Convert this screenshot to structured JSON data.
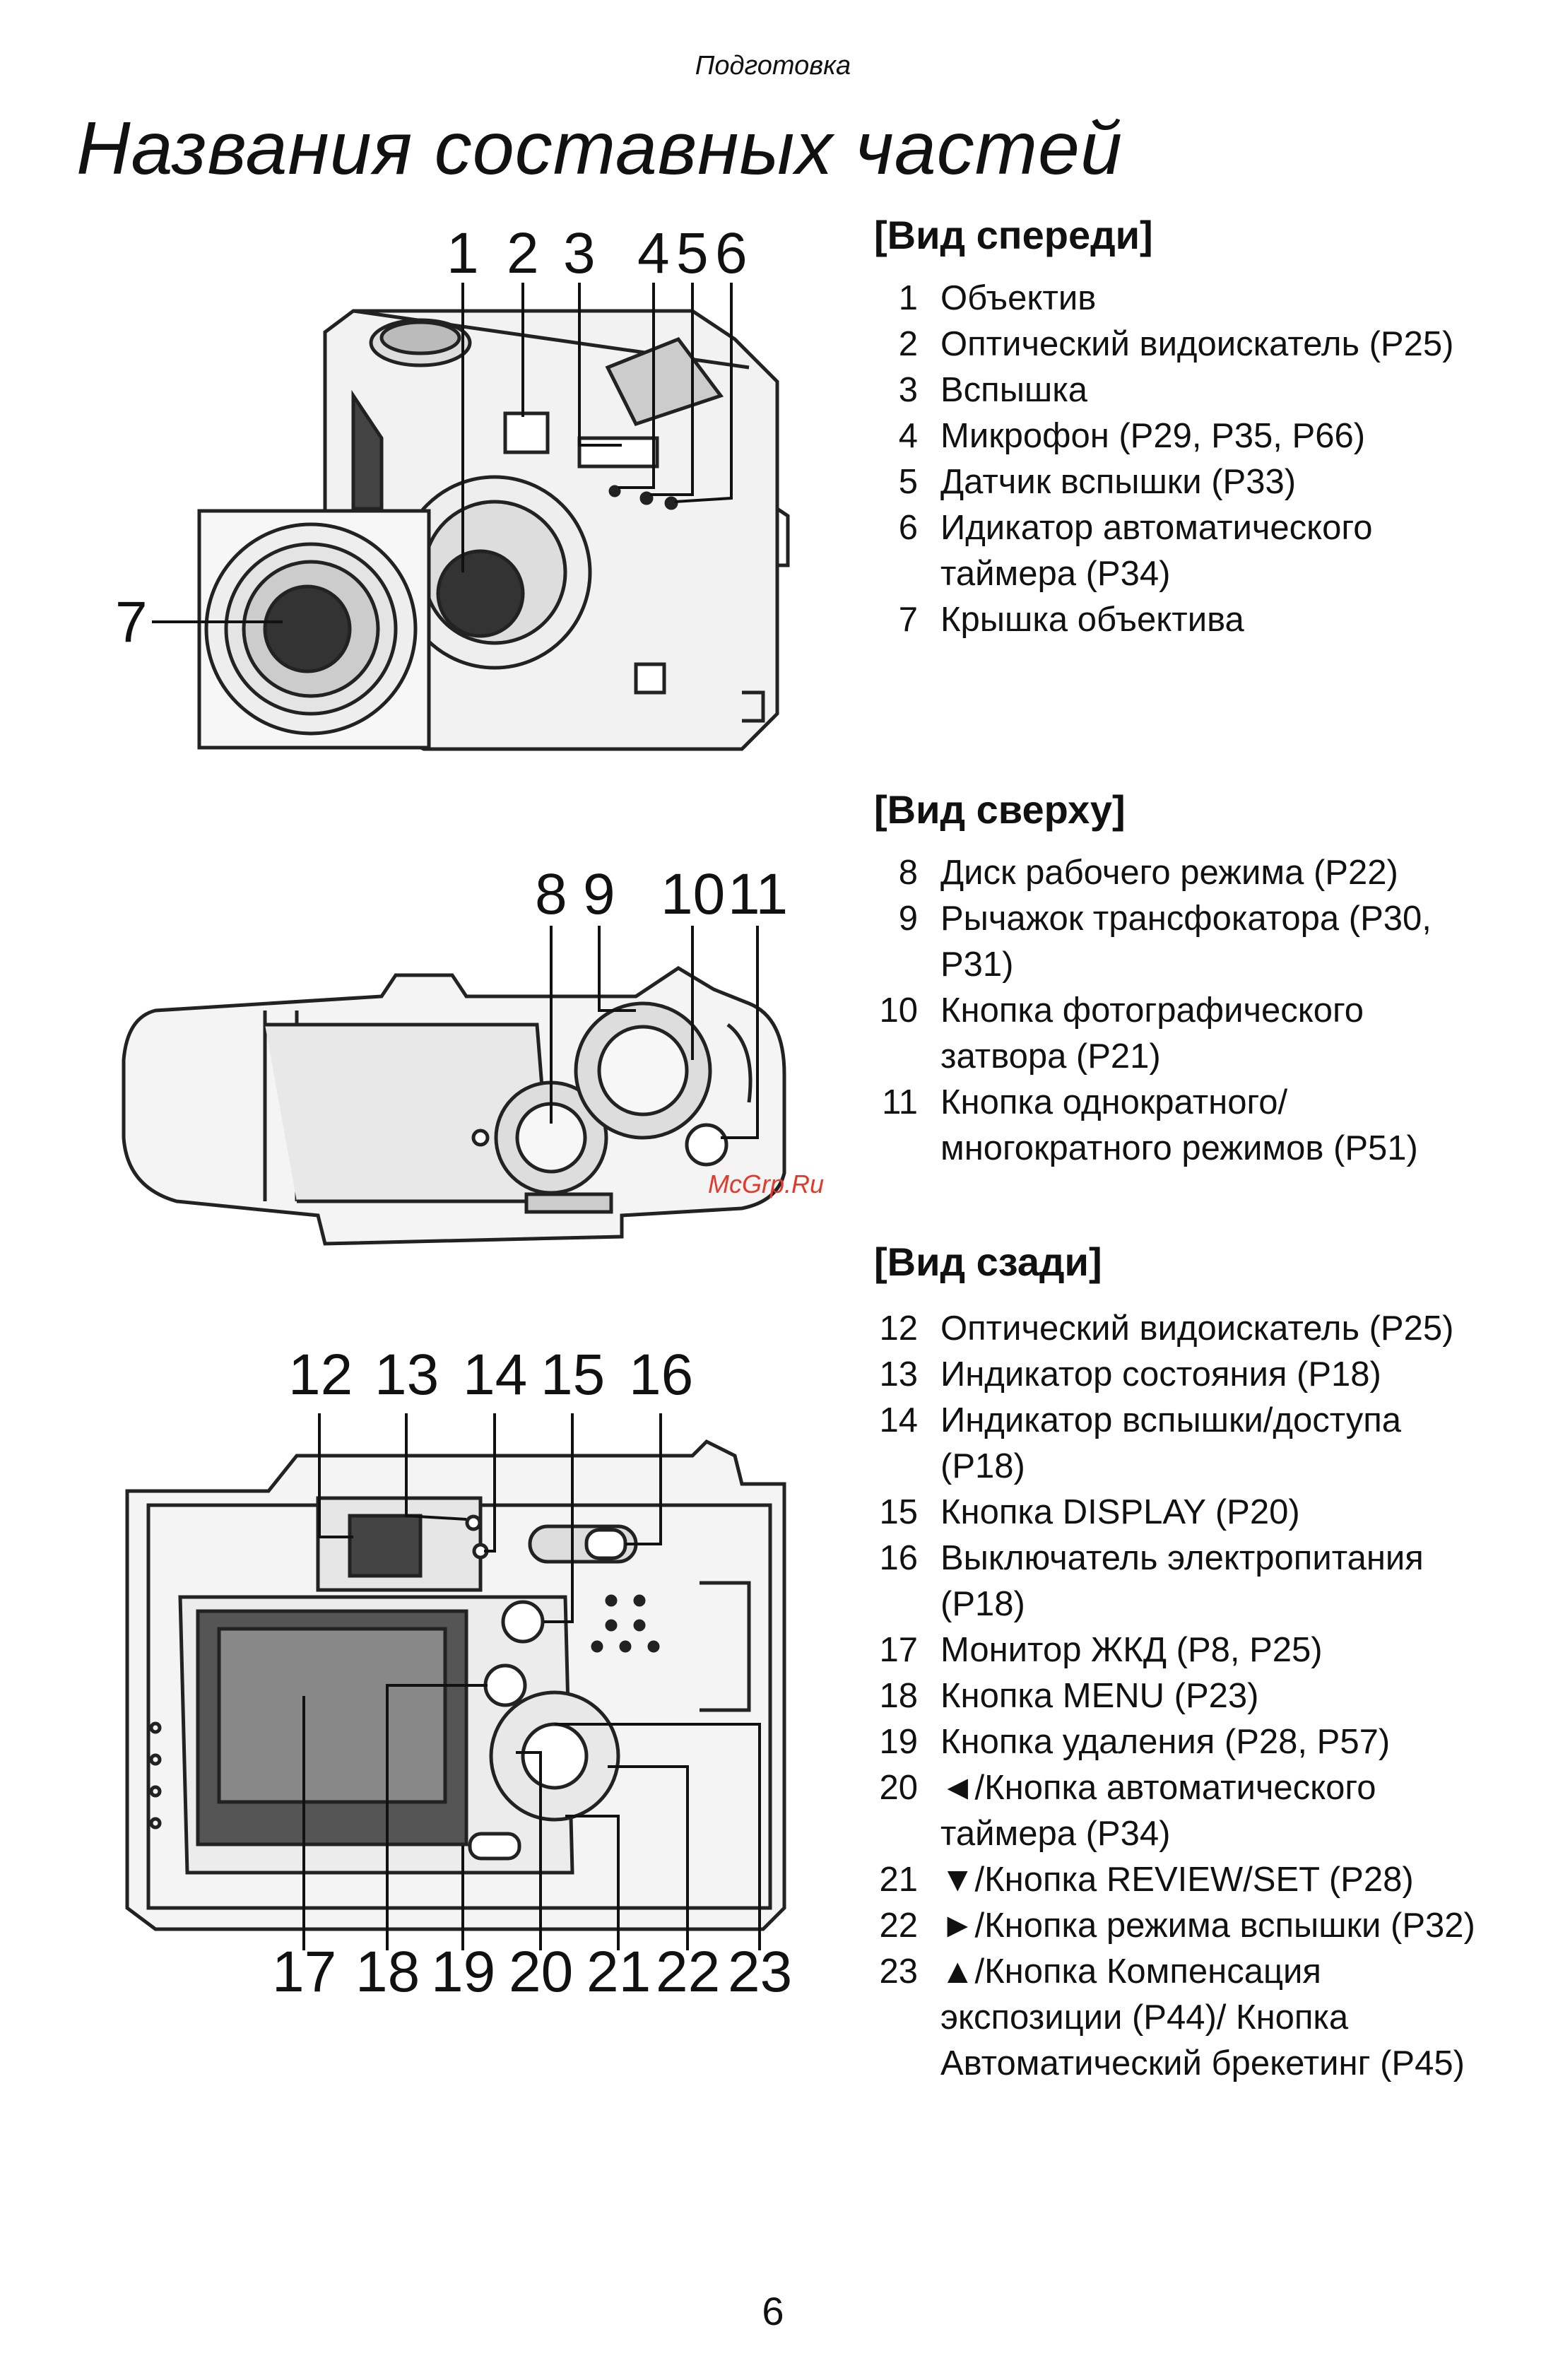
{
  "header": "Подготовка",
  "title": "Названия составных частей",
  "sections": [
    {
      "title": "[Вид спереди]",
      "items": [
        {
          "num": "1",
          "text": "Объектив"
        },
        {
          "num": "2",
          "text": "Оптический видоискатель (P25)"
        },
        {
          "num": "3",
          "text": "Вспышка"
        },
        {
          "num": "4",
          "text": "Микрофон (P29, P35, P66)"
        },
        {
          "num": "5",
          "text": "Датчик вспышки (P33)"
        },
        {
          "num": "6",
          "text": "Идикатор автоматического таймера (P34)"
        },
        {
          "num": "7",
          "text": "Крышка объектива"
        }
      ]
    },
    {
      "title": "[Вид сверху]",
      "items": [
        {
          "num": "8",
          "text": "Диск рабочего режима (P22)"
        },
        {
          "num": "9",
          "text": "Рычажок трансфокатора (P30, P31)"
        },
        {
          "num": "10",
          "text": "Кнопка фотографического затвора (P21)"
        },
        {
          "num": "11",
          "text": "Кнопка однократного/многократного режимов (P51)"
        }
      ]
    },
    {
      "title": "[Вид сзади]",
      "items": [
        {
          "num": "12",
          "text": "Оптический видоискатель (P25)"
        },
        {
          "num": "13",
          "text": "Индикатор состояния (P18)"
        },
        {
          "num": "14",
          "text": "Индикатор вспышки/доступа (P18)"
        },
        {
          "num": "15",
          "text": "Кнопка DISPLAY (P20)"
        },
        {
          "num": "16",
          "text": "Выключатель электропитания (P18)"
        },
        {
          "num": "17",
          "text": "Монитор ЖКД (P8, P25)"
        },
        {
          "num": "18",
          "text": "Кнопка MENU (P23)"
        },
        {
          "num": "19",
          "text": "Кнопка удаления (P28, P57)"
        },
        {
          "num": "20",
          "text": "◄/Кнопка автоматического таймера (P34)"
        },
        {
          "num": "21",
          "text": "▼/Кнопка REVIEW/SET (P28)"
        },
        {
          "num": "22",
          "text": "►/Кнопка режима вспышки (P32)"
        },
        {
          "num": "23",
          "text": "▲/Кнопка Компенсация экспозиции (P44)/ Кнопка Автоматический брекетинг (P45)"
        }
      ]
    }
  ],
  "callouts": {
    "front": [
      "1",
      "2",
      "3",
      "4",
      "5",
      "6",
      "7"
    ],
    "top": [
      "8",
      "9",
      "10",
      "11"
    ],
    "rear": [
      "12",
      "13",
      "14",
      "15",
      "16",
      "17",
      "18",
      "19",
      "20",
      "21",
      "22",
      "23"
    ]
  },
  "watermark": "McGrp.Ru",
  "page_number": "6"
}
